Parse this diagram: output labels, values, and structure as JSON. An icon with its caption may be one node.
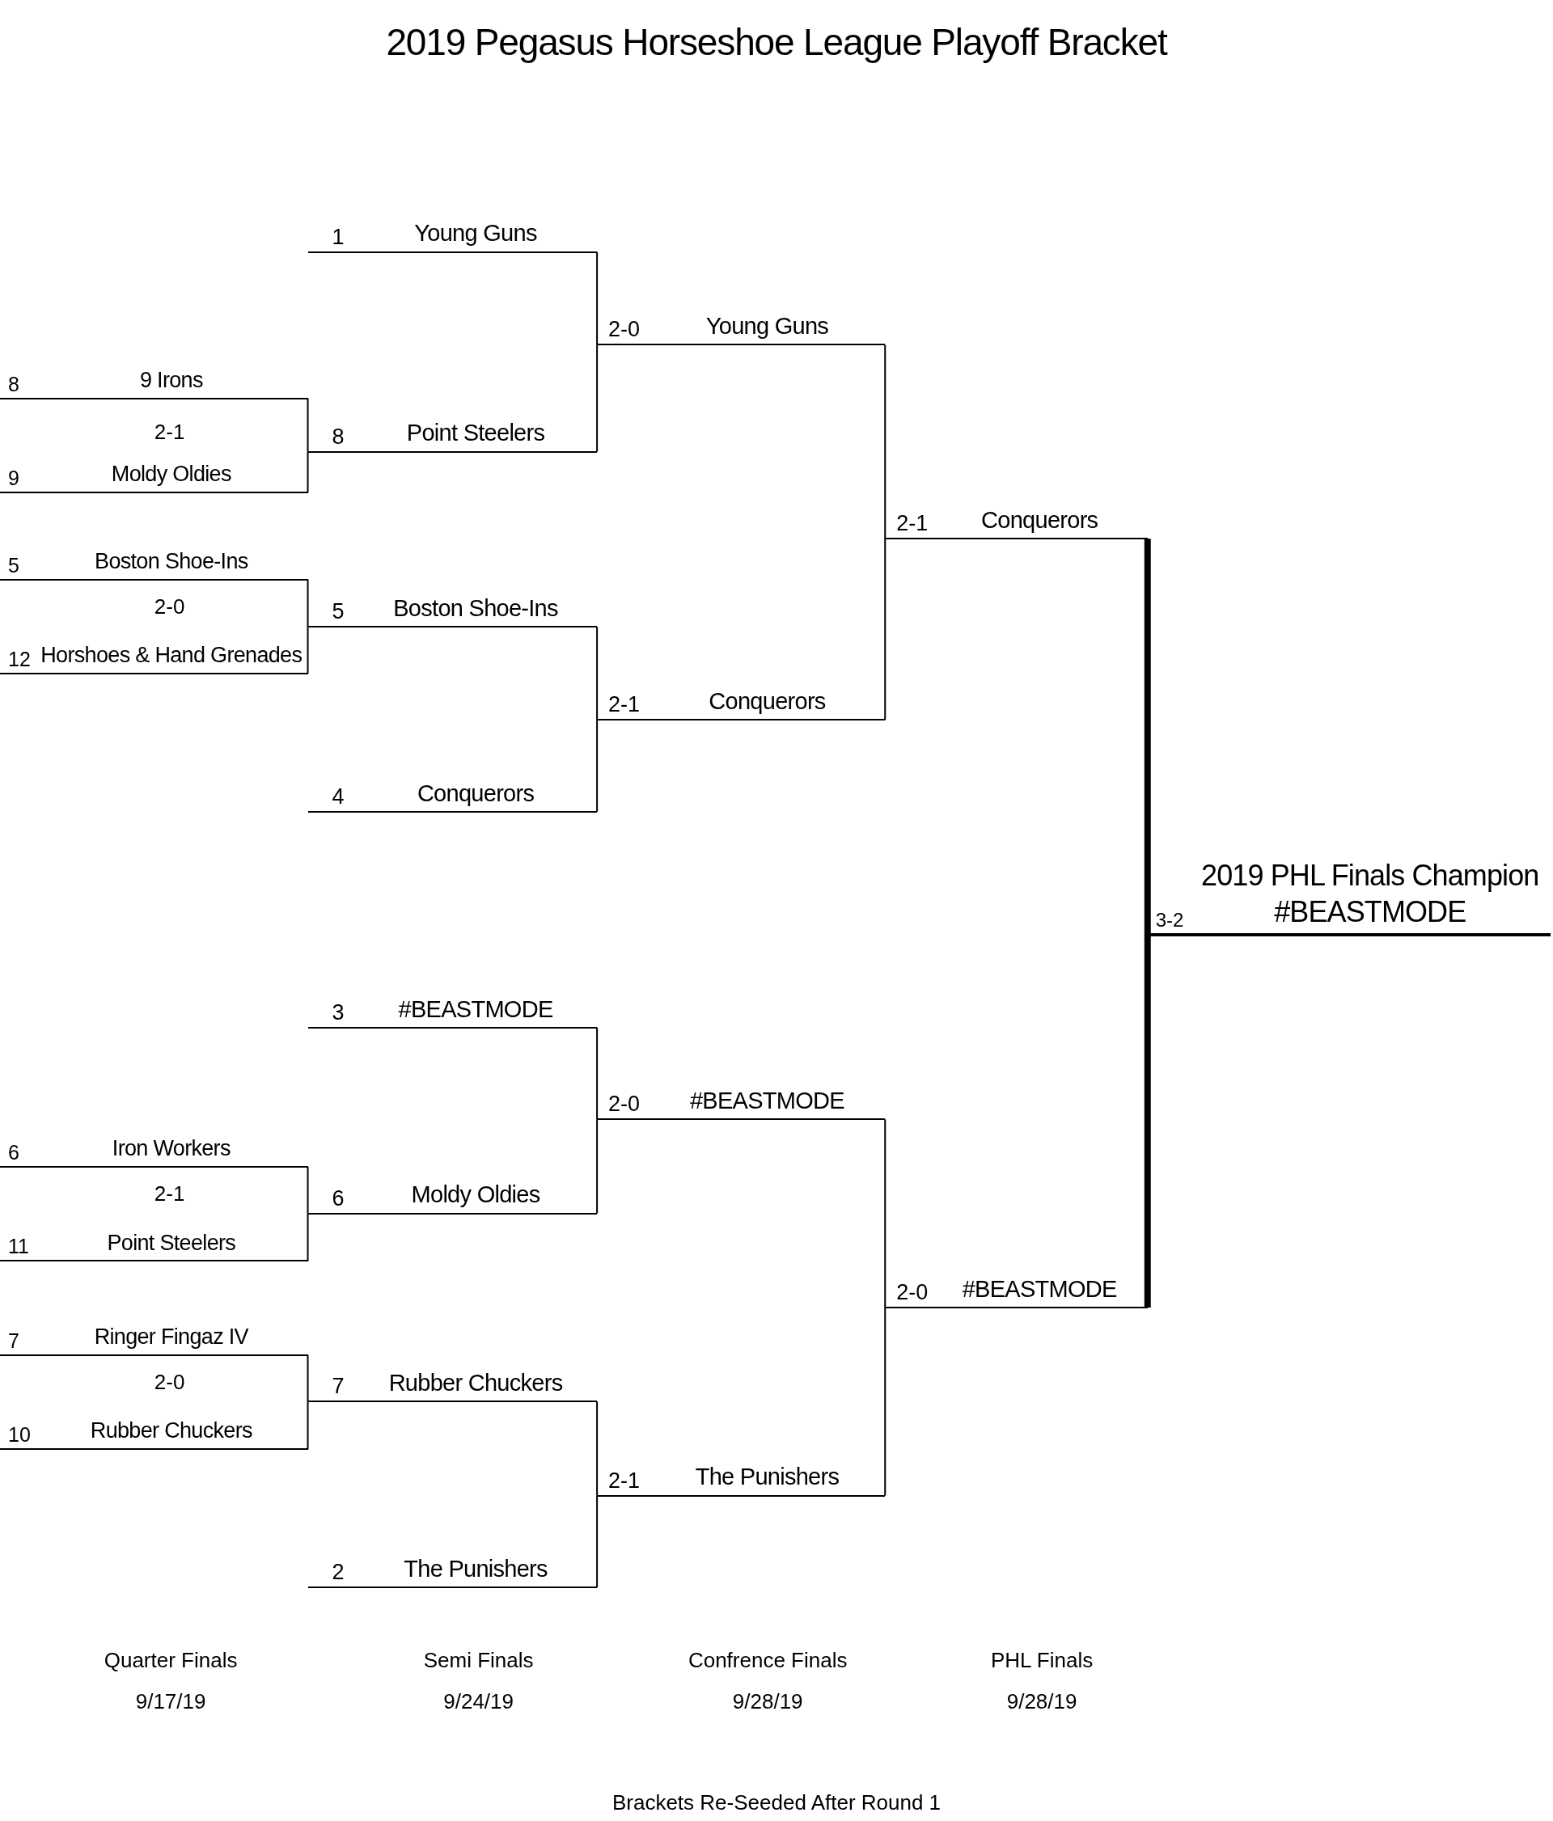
{
  "diagram": {
    "title": "2019 Pegasus Horseshoe League Playoff Bracket",
    "caption": "Brackets Re-Seeded After Round 1",
    "nodes": [
      {
        "text": [
          "8",
          "9 Irons"
        ]
      },
      {
        "text": [
          "9",
          "Moldy Oldies"
        ]
      },
      {
        "text": [
          "5",
          "Boston Shoe-Ins"
        ]
      },
      {
        "text": [
          "12",
          "Horshoes & Hand Grenades"
        ]
      },
      {
        "text": [
          "6",
          "Iron Workers"
        ]
      },
      {
        "text": [
          "11",
          "Point Steelers"
        ]
      },
      {
        "text": [
          "7",
          "Ringer Fingaz IV"
        ]
      },
      {
        "text": [
          "10",
          "Rubber Chuckers"
        ]
      },
      {
        "text": [
          "1",
          "Young Guns"
        ]
      },
      {
        "text": [
          "8",
          "Point Steelers"
        ]
      },
      {
        "text": [
          "5",
          "Boston Shoe-Ins"
        ]
      },
      {
        "text": [
          "4",
          "Conquerors"
        ]
      },
      {
        "text": [
          "3",
          "#BEASTMODE"
        ]
      },
      {
        "text": [
          "6",
          "Moldy Oldies"
        ]
      },
      {
        "text": [
          "7",
          "Rubber Chuckers"
        ]
      },
      {
        "text": [
          "2",
          "The Punishers"
        ]
      },
      {
        "text": [
          "2-0",
          "Young Guns"
        ]
      },
      {
        "text": [
          "2-1",
          "Conquerors"
        ]
      },
      {
        "text": [
          "2-0",
          "#BEASTMODE"
        ]
      },
      {
        "text": [
          "2-1",
          "The Punishers"
        ]
      },
      {
        "text": [
          "2-1",
          "Conquerors"
        ]
      },
      {
        "text": [
          "2-0",
          "#BEASTMODE"
        ]
      },
      {
        "text": [
          "3-2",
          "2019 PHL Finals Champion",
          "#BEASTMODE"
        ]
      }
    ],
    "edges": [
      {
        "from": 0,
        "to": 9,
        "arrow": "none"
      },
      {
        "from": 1,
        "to": 9,
        "arrow": "none"
      },
      {
        "from": 2,
        "to": 10,
        "arrow": "none"
      },
      {
        "from": 3,
        "to": 10,
        "arrow": "none"
      },
      {
        "from": 4,
        "to": 13,
        "arrow": "none"
      },
      {
        "from": 5,
        "to": 13,
        "arrow": "none"
      },
      {
        "from": 6,
        "to": 14,
        "arrow": "none"
      },
      {
        "from": 7,
        "to": 14,
        "arrow": "none"
      },
      {
        "from": 8,
        "to": 16,
        "arrow": "none"
      },
      {
        "from": 9,
        "to": 16,
        "arrow": "none"
      },
      {
        "from": 10,
        "to": 17,
        "arrow": "none"
      },
      {
        "from": 11,
        "to": 17,
        "arrow": "none"
      },
      {
        "from": 12,
        "to": 18,
        "arrow": "none"
      },
      {
        "from": 13,
        "to": 18,
        "arrow": "none"
      },
      {
        "from": 14,
        "to": 19,
        "arrow": "none"
      },
      {
        "from": 15,
        "to": 19,
        "arrow": "none"
      },
      {
        "from": 16,
        "to": 20,
        "arrow": "none"
      },
      {
        "from": 17,
        "to": 20,
        "arrow": "none"
      },
      {
        "from": 18,
        "to": 21,
        "arrow": "none"
      },
      {
        "from": 19,
        "to": 21,
        "arrow": "none"
      },
      {
        "from": 20,
        "to": 22,
        "arrow": "none",
        "style": "thick"
      },
      {
        "from": 21,
        "to": 22,
        "arrow": "none",
        "style": "thick"
      }
    ],
    "labels": [
      "2-1",
      "2-0",
      "2-1",
      "2-0",
      "Quarter Finals",
      "9/17/19",
      "Semi Finals",
      "9/24/19",
      "Confrence Finals",
      "9/28/19",
      "PHL Finals",
      "9/28/19"
    ]
  }
}
